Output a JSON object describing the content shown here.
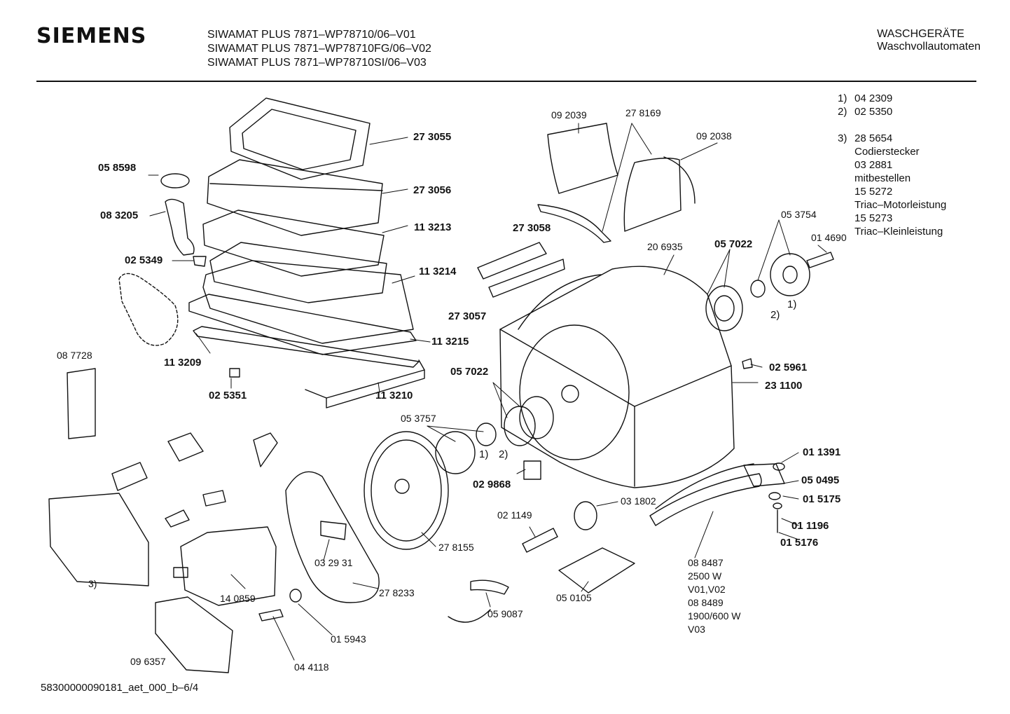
{
  "header": {
    "brand": "SIEMENS",
    "models": [
      "SIWAMAT PLUS 7871–WP78710/06–V01",
      "SIWAMAT PLUS 7871–WP78710FG/06–V02",
      "SIWAMAT PLUS 7871–WP78710SI/06–V03"
    ],
    "category": "WASCHGERÄTE",
    "subcategory": "Waschvollautomaten"
  },
  "notes": [
    {
      "key": "1)",
      "lines": [
        "04 2309"
      ]
    },
    {
      "key": "2)",
      "lines": [
        "02 5350"
      ]
    },
    {
      "key": "3)",
      "lines": [
        "28 5654",
        "Codierstecker",
        "03 2881",
        "mitbestellen",
        "15 5272",
        "Triac–Motorleistung",
        "15 5273",
        "Triac–Kleinleistung"
      ]
    }
  ],
  "part_labels": [
    "27 3055",
    "05 8598",
    "27 3056",
    "08 3205",
    "11 3213",
    "02 5349",
    "11 3214",
    "11 3215",
    "11 3209",
    "02 5351",
    "11 3210",
    "08 7728",
    "09 2039",
    "27 8169",
    "09 2038",
    "27 3058",
    "27 3057",
    "20 6935",
    "05 7022",
    "05 3754",
    "01 4690",
    "1)",
    "2)",
    "02 5961",
    "23 1100",
    "05 7022",
    "05 3757",
    "1)",
    "2)",
    "02 9868",
    "03 1802",
    "02 1149",
    "27 8155",
    "03 29 31",
    "27 8233",
    "14 0859",
    "3)",
    "09 6357",
    "04 4118",
    "01 5943",
    "05 9087",
    "05 0105",
    "01 1391",
    "05 0495",
    "01 5175",
    "01 1196",
    "01 5176",
    "08 8487",
    "2500 W",
    "V01,V02",
    "08 8489",
    "1900/600 W",
    "V03"
  ],
  "footer": "58300000090181_aet_000_b–6/4"
}
